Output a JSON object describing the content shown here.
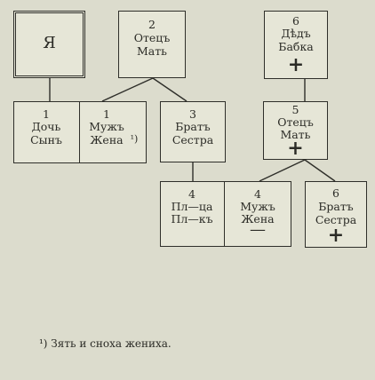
{
  "boxes": {
    "self": {
      "text": "Я"
    },
    "parents": {
      "num": "2",
      "line1": "Отецъ",
      "line2": "Мать"
    },
    "grandparents": {
      "num": "6",
      "line1": "Дѣдъ",
      "line2": "Бабка",
      "mark": "+"
    },
    "children": {
      "num": "1",
      "line1": "Дочь",
      "line2": "Сынъ"
    },
    "spouse": {
      "num": "1",
      "line1": "Мужъ",
      "line2": "Жена",
      "note": "¹)"
    },
    "siblings": {
      "num": "3",
      "line1": "Братъ",
      "line2": "Сестра"
    },
    "parents2": {
      "num": "5",
      "line1": "Отецъ",
      "line2": "Мать",
      "mark": "+"
    },
    "nephews": {
      "num": "4",
      "line1": "Пл—ца",
      "line2": "Пл—къ"
    },
    "spouse2": {
      "num": "4",
      "line1": "Мужъ",
      "line2": "Жена",
      "mark": "—"
    },
    "siblings2": {
      "num": "6",
      "line1": "Братъ",
      "line2": "Сестра",
      "mark": "+"
    }
  },
  "footnote": "¹) Зять и сноха жениха."
}
